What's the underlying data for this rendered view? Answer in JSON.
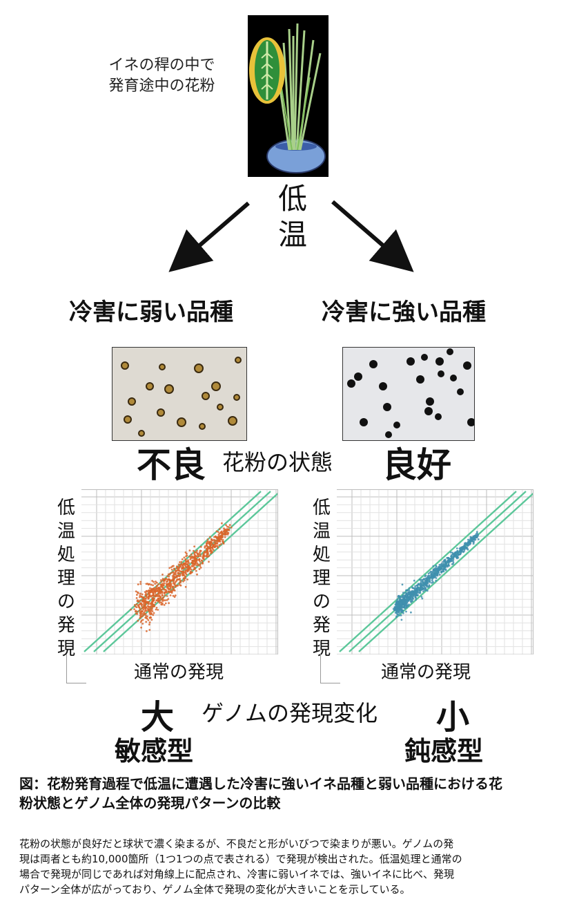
{
  "rice_caption": [
    "イネの稈の中で",
    "発育途中の花粉"
  ],
  "low_temp": [
    "低",
    "温"
  ],
  "left_variety": "冷害に弱い品種",
  "right_variety": "冷害に強い品種",
  "pollen": {
    "left": "不良",
    "center": "花粉の状態",
    "right": "良好"
  },
  "plots": {
    "ylabel_chars": [
      "低",
      "温",
      "処",
      "理",
      "の",
      "発",
      "現"
    ],
    "xlabel": "通常の発現",
    "left_color": "#d9652a",
    "right_color": "#3f8fae",
    "line_color": "#5cc79a"
  },
  "genome": {
    "left": "大",
    "center": "ゲノムの発現変化",
    "right": "小"
  },
  "sensitivity": {
    "left": "敏感型",
    "right": "鈍感型"
  },
  "figure_title": [
    "図：花粉発育過程で低温に遭遇した冷害に強いイネ品種と弱い品種における花",
    "粉状態とゲノム全体の発現パターンの比較"
  ],
  "description": [
    "花粉の状態が良好だと球状で濃く染まるが、不良だと形がいびつで染まりが悪い。ゲノムの発",
    "現は両者とも約10,000箇所（1つ1つの点で表される）で発現が検出された。低温処理と通常の",
    "場合で発現が同じであれば対角線上に配点され、冷害に弱いイネでは、強いイネに比べ、発現",
    "パターン全体が広がっており、ゲノム全体で発現の変化が大きいことを示している。"
  ]
}
